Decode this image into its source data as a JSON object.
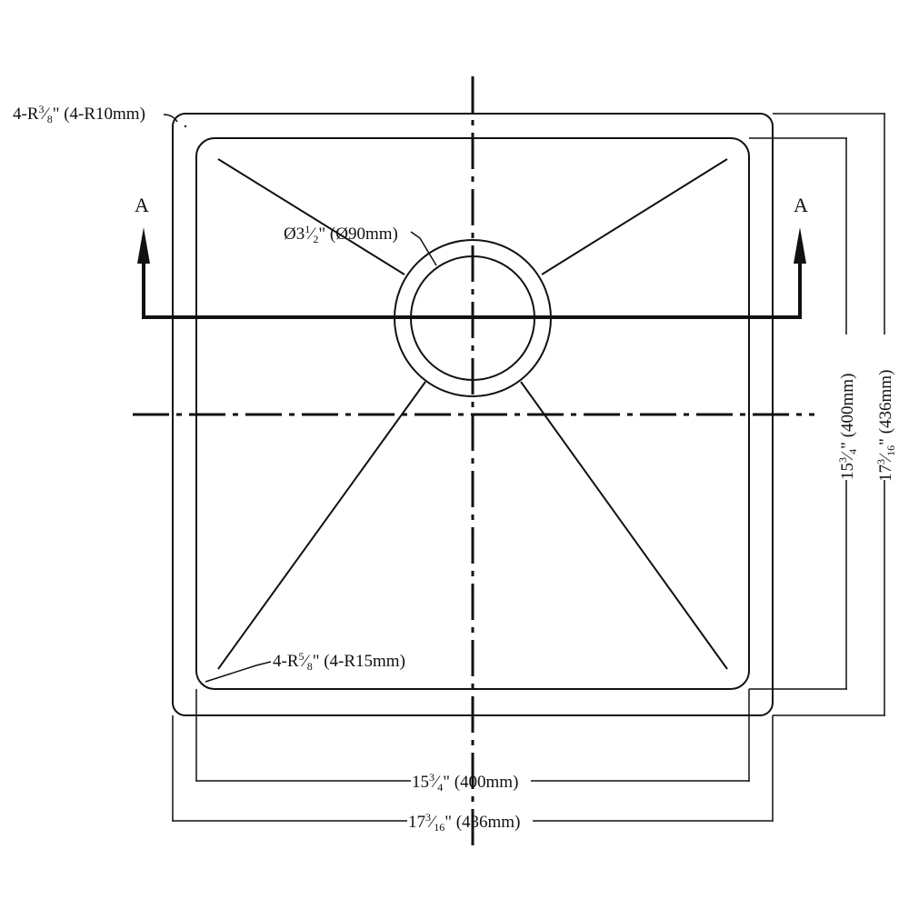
{
  "drawing": {
    "title": "Undermount sink top view dimension drawing",
    "section_marker": "A",
    "labels": {
      "outer_radius": {
        "whole": "4-R",
        "num": "3",
        "den": "8",
        "rest": "\" (4-R10mm)"
      },
      "drain_diameter": {
        "whole": "Ø3",
        "num": "1",
        "den": "2",
        "rest": "\" (Ø90mm)"
      },
      "inner_radius": {
        "whole": "4-R",
        "num": "5",
        "den": "8",
        "rest": "\" (4-R15mm)"
      },
      "inner_width": {
        "whole": "15",
        "num": "3",
        "den": "4",
        "rest": "\" (400mm)"
      },
      "outer_width": {
        "whole": "17",
        "num": "3",
        "den": "16",
        "rest": "\" (436mm)"
      },
      "inner_height": {
        "whole": "15",
        "num": "3",
        "den": "4",
        "rest": "\" (400mm)"
      },
      "outer_height": {
        "whole": "17",
        "num": "3",
        "den": "16",
        "rest": "\" (436mm)"
      }
    },
    "colors": {
      "line": "#111111",
      "background": "#ffffff"
    }
  }
}
